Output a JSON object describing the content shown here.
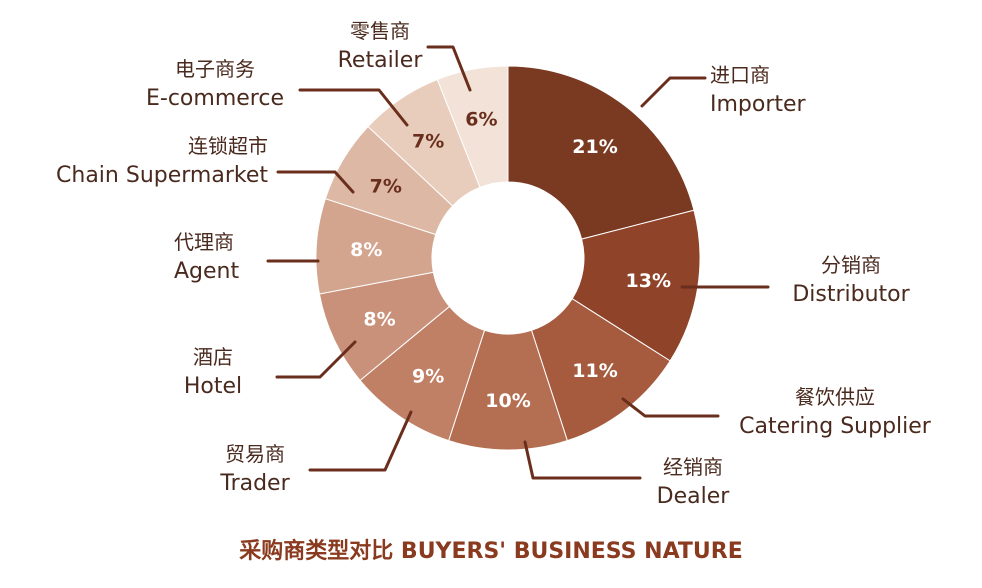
{
  "chart_data": {
    "type": "pie",
    "variant": "donut",
    "title_cn": "采购商类型对比",
    "title_en": "BUYERS' BUSINESS NATURE",
    "slices": [
      {
        "cn": "进口商",
        "en": "Importer",
        "value": 21,
        "label": "21%",
        "color": "#7a3a22",
        "text_color": "#ffffff"
      },
      {
        "cn": "分销商",
        "en": "Distributor",
        "value": 13,
        "label": "13%",
        "color": "#8f4329",
        "text_color": "#ffffff"
      },
      {
        "cn": "餐饮供应",
        "en": "Catering Supplier",
        "value": 11,
        "label": "11%",
        "color": "#a65b3e",
        "text_color": "#ffffff"
      },
      {
        "cn": "经销商",
        "en": "Dealer",
        "value": 10,
        "label": "10%",
        "color": "#b46e51",
        "text_color": "#ffffff"
      },
      {
        "cn": "贸易商",
        "en": "Trader",
        "value": 9,
        "label": "9%",
        "color": "#c08066",
        "text_color": "#ffffff"
      },
      {
        "cn": "酒店",
        "en": "Hotel",
        "value": 8,
        "label": "8%",
        "color": "#c9917a",
        "text_color": "#ffffff"
      },
      {
        "cn": "代理商",
        "en": "Agent",
        "value": 8,
        "label": "8%",
        "color": "#d3a58f",
        "text_color": "#ffffff"
      },
      {
        "cn": "连锁超市",
        "en": "Chain Supermarket",
        "value": 7,
        "label": "7%",
        "color": "#ddb8a4",
        "text_color": "#6a2e1c"
      },
      {
        "cn": "电子商务",
        "en": "E-commerce",
        "value": 7,
        "label": "7%",
        "color": "#e8cdbd",
        "text_color": "#6a2e1c"
      },
      {
        "cn": "零售商",
        "en": "Retailer",
        "value": 6,
        "label": "6%",
        "color": "#f2e2d7",
        "text_color": "#6a2e1c"
      }
    ]
  }
}
